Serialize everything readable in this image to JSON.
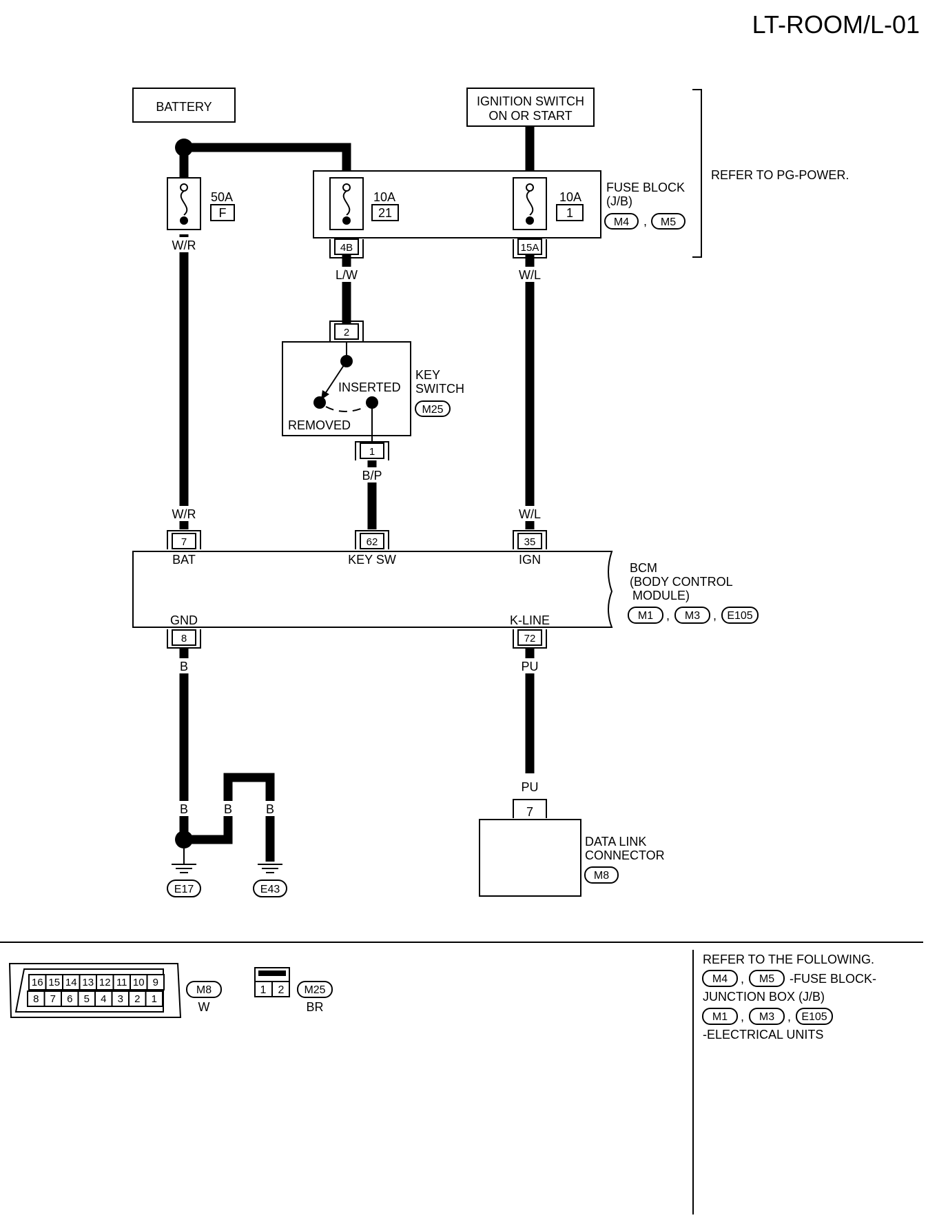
{
  "page": {
    "title": "LT-ROOM/L-01"
  },
  "power": {
    "battery": "BATTERY",
    "ignition": [
      "IGNITION SWITCH",
      "ON OR START"
    ],
    "fuse_f": {
      "amp": "50A",
      "num": "F"
    },
    "fuse_21": {
      "amp": "10A",
      "num": "21"
    },
    "fuse_1": {
      "amp": "10A",
      "num": "1"
    },
    "fuse_block": [
      "FUSE BLOCK",
      "(J/B)"
    ],
    "fuse_block_conns": [
      "M4",
      "M5"
    ],
    "refer_power": "REFER TO PG-POWER.",
    "pin_4b": "4B",
    "pin_15a": "15A"
  },
  "wires": {
    "wr_top": "W/R",
    "lw": "L/W",
    "wl_top": "W/L",
    "bp": "B/P",
    "wr_bottom": "W/R",
    "wl_bottom": "W/L",
    "b_gnd": "B",
    "pu_top": "PU",
    "pu_bottom": "PU",
    "b1": "B",
    "b2": "B",
    "b3": "B"
  },
  "key_switch": {
    "pin_top": "2",
    "pin_bottom": "1",
    "inserted": "INSERTED",
    "removed": "REMOVED",
    "name": [
      "KEY",
      "SWITCH"
    ],
    "conn": "M25"
  },
  "bcm": {
    "pins_top": [
      {
        "num": "7",
        "label": "BAT"
      },
      {
        "num": "62",
        "label": "KEY SW"
      },
      {
        "num": "35",
        "label": "IGN"
      }
    ],
    "pins_bottom": [
      {
        "num": "8",
        "label": "GND"
      },
      {
        "num": "72",
        "label": "K-LINE"
      }
    ],
    "name": [
      "BCM",
      "(BODY CONTROL",
      "MODULE)"
    ],
    "conns": [
      "M1",
      "M3",
      "E105"
    ]
  },
  "ground": {
    "e17": "E17",
    "e43": "E43"
  },
  "dlc": {
    "pin": "7",
    "name": [
      "DATA LINK",
      "CONNECTOR"
    ],
    "conn": "M8"
  },
  "connectors": {
    "m8": {
      "top_row": [
        "16",
        "15",
        "14",
        "13",
        "12",
        "11",
        "10",
        "9"
      ],
      "bottom_row": [
        "8",
        "7",
        "6",
        "5",
        "4",
        "3",
        "2",
        "1"
      ],
      "id": "M8",
      "color": "W"
    },
    "m25": {
      "pins": [
        "1",
        "2"
      ],
      "id": "M25",
      "color": "BR"
    }
  },
  "refer_following": {
    "heading": "REFER TO THE FOLLOWING.",
    "fuse_conns": [
      "M4",
      "M5"
    ],
    "fuse_label": "-FUSE BLOCK-",
    "fuse_label2": "JUNCTION BOX (J/B)",
    "units_conns": [
      "M1",
      "M3",
      "E105"
    ],
    "units_label": "-ELECTRICAL UNITS"
  }
}
